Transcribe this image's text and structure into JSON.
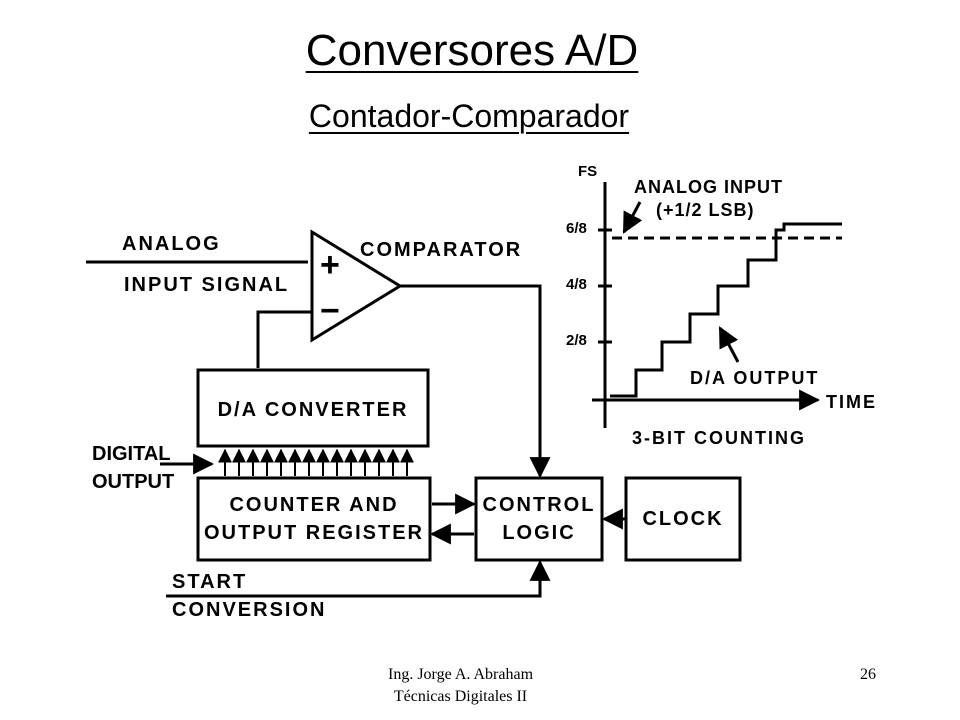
{
  "slide": {
    "title": "Conversores A/D",
    "subtitle": "Contador-Comparador",
    "footer_author": "Ing. Jorge A. Abraham",
    "footer_course": "Técnicas Digitales II",
    "page_number": "26"
  },
  "block_diagram": {
    "analog": "ANALOG",
    "input_signal": "INPUT SIGNAL",
    "comparator": "COMPARATOR",
    "plus_sign": "+",
    "minus_sign": "−",
    "da_converter": "D/A CONVERTER",
    "digital": "DIGITAL",
    "output": "OUTPUT",
    "counter_line1": "COUNTER AND",
    "counter_line2": "OUTPUT REGISTER",
    "control_line1": "CONTROL",
    "control_line2": "LOGIC",
    "clock": "CLOCK",
    "start": "START",
    "conversion": "CONVERSION"
  },
  "timing_graph": {
    "fs": "FS",
    "tick_6_8": "6/8",
    "tick_4_8": "4/8",
    "tick_2_8": "2/8",
    "analog_input_line1": "ANALOG INPUT",
    "analog_input_line2": "(+1/2 LSB)",
    "da_output": "D/A OUTPUT",
    "time": "TIME",
    "caption": "3-BIT COUNTING"
  }
}
